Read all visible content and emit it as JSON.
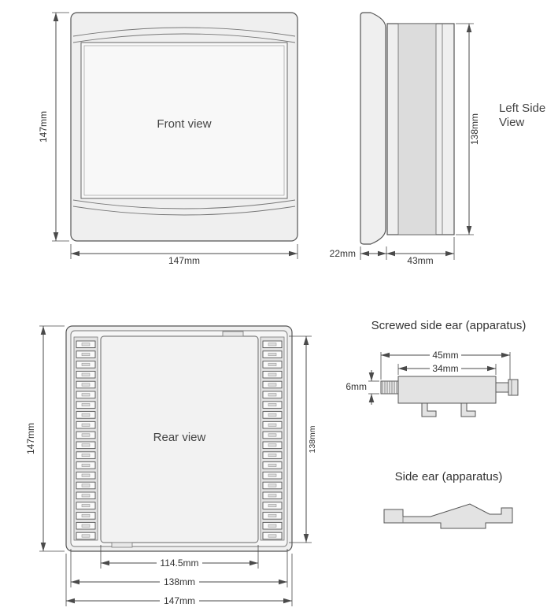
{
  "palette": {
    "line": "#4a4a4a",
    "text": "#333333",
    "body_fill": "#efefef",
    "screen_fill": "#f8f8f8",
    "dark_fill": "#dcdcdc",
    "white": "#ffffff"
  },
  "front_view": {
    "label": "Front view",
    "height_dim": "147mm",
    "width_dim": "147mm"
  },
  "left_side_view": {
    "label_line1": "Left Side",
    "label_line2": "View",
    "height_dim": "138mm",
    "bezel_dim": "22mm",
    "body_dim": "43mm"
  },
  "rear_view": {
    "label": "Rear view",
    "outer_height_dim": "147mm",
    "inner_height_dim": "138mm",
    "terminal_span_dim": "114.5mm",
    "inner_width_dim": "138mm",
    "outer_width_dim": "147mm",
    "terminal_rows": 20
  },
  "screwed_side_ear": {
    "title": "Screwed side ear (apparatus)",
    "outer_dim": "45mm",
    "body_dim": "34mm",
    "stud_dim": "6mm"
  },
  "side_ear": {
    "title": "Side ear (apparatus)"
  }
}
